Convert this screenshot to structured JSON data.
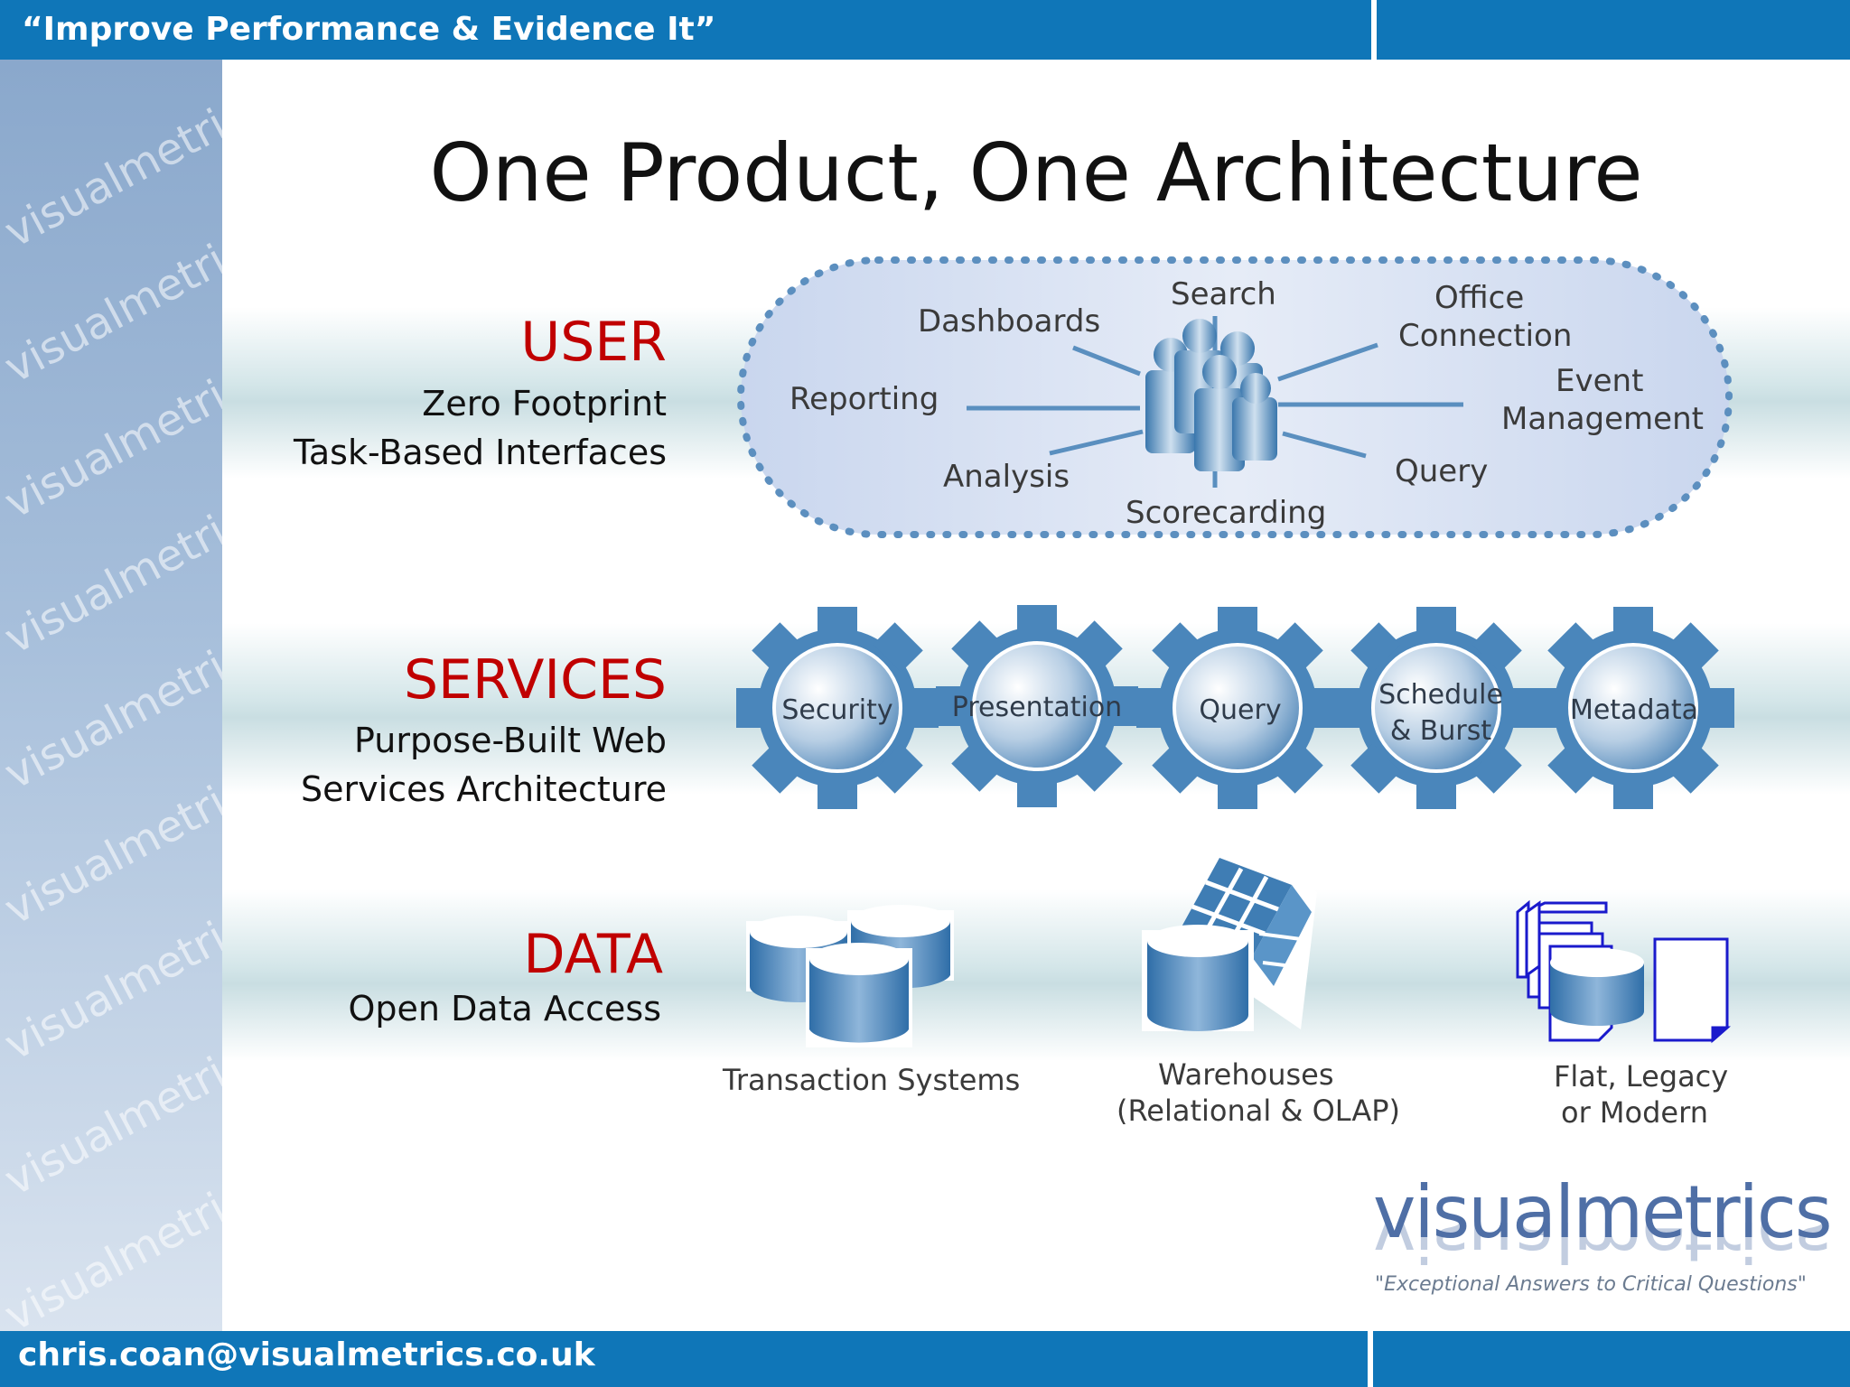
{
  "header": {
    "tagline": "“Improve Performance & Evidence It”"
  },
  "footer": {
    "email": "chris.coan@visualmetrics.co.uk"
  },
  "sidebar": {
    "watermark": "visualmetrics"
  },
  "title": "One Product, One Architecture",
  "user": {
    "heading": "USER",
    "sub1": "Zero Footprint",
    "sub2": "Task-Based Interfaces",
    "items": {
      "search": "Search",
      "dashboards": "Dashboards",
      "office1": "Office",
      "office2": "Connection",
      "reporting": "Reporting",
      "event1": "Event",
      "event2": "Management",
      "analysis": "Analysis",
      "query": "Query",
      "scorecarding": "Scorecarding"
    }
  },
  "services": {
    "heading": "SERVICES",
    "sub1": "Purpose-Built Web",
    "sub2": "Services Architecture",
    "gears": {
      "security": "Security",
      "presentation": "Presentation",
      "query": "Query",
      "schedule1": "Schedule",
      "schedule2": "& Burst",
      "metadata": "Metadata"
    }
  },
  "data": {
    "heading": "DATA",
    "sub1": "Open Data Access",
    "sources": {
      "transaction": "Transaction Systems",
      "warehouse1": "Warehouses",
      "warehouse2": "(Relational & OLAP)",
      "flat1": "Flat, Legacy",
      "flat2": "or Modern"
    }
  },
  "logo": {
    "name": "visualmetrics",
    "tagline": "\"Exceptional Answers to Critical Questions\""
  },
  "colors": {
    "accent_bar": "#0f76b8",
    "section_heading": "#c00000",
    "gear": "#3d7eb4"
  }
}
